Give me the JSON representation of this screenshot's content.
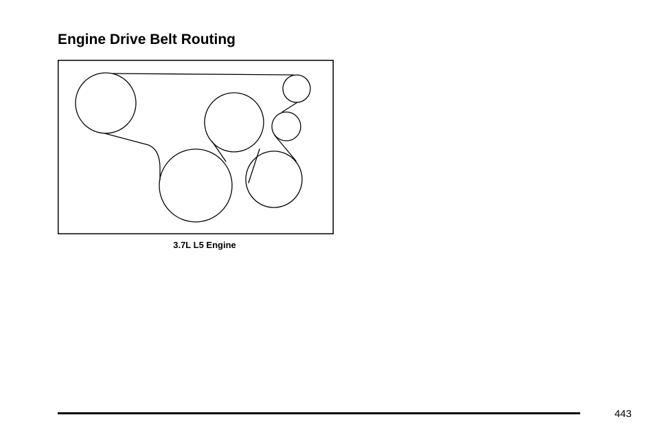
{
  "page": {
    "title": "Engine Drive Belt Routing",
    "figure_caption": "3.7L L5 Engine",
    "page_number": "443"
  }
}
